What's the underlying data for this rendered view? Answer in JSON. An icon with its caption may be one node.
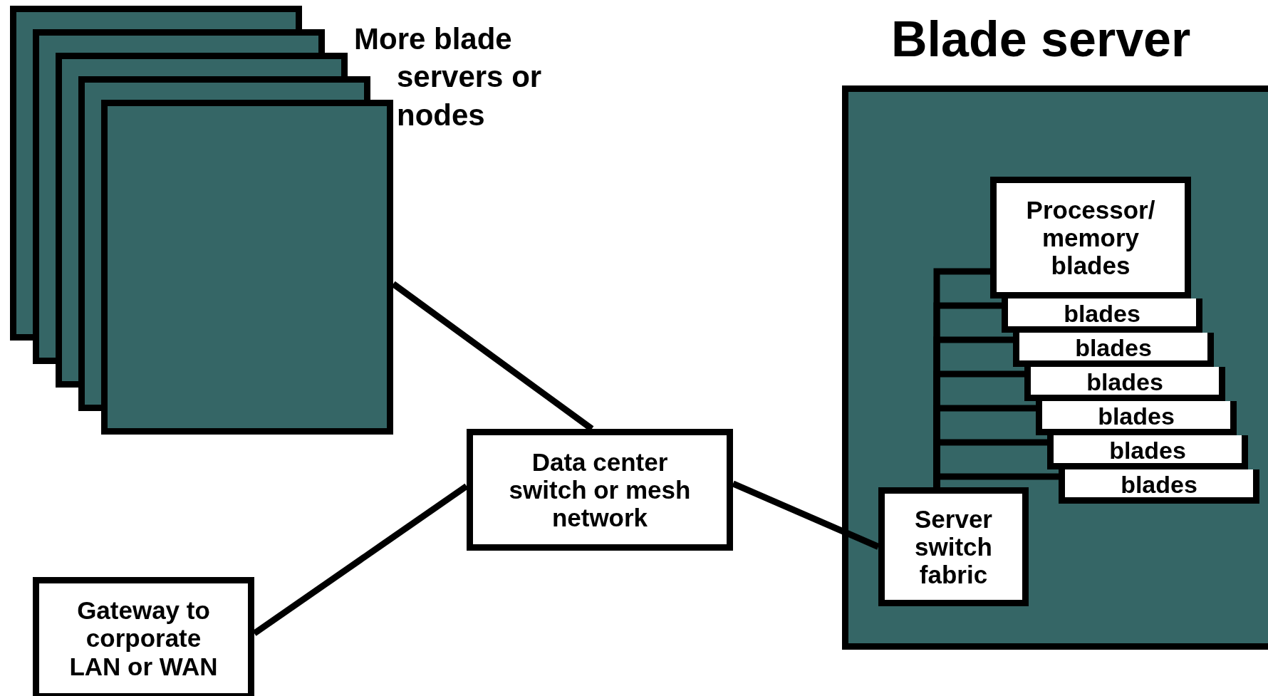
{
  "diagram": {
    "nodes": [
      {
        "text": [],
        "shape": "box"
      },
      {
        "text": [],
        "shape": "box"
      },
      {
        "text": [],
        "shape": "box"
      },
      {
        "text": [],
        "shape": "box"
      },
      {
        "text": [],
        "shape": "box",
        "beside": [
          "More blade servers or nodes"
        ]
      },
      {
        "text": [
          "Blade server"
        ]
      },
      {
        "text": [
          "Processor/ memory blades"
        ],
        "in": 5
      },
      {
        "text": [
          "blades"
        ],
        "in": 5
      },
      {
        "text": [
          "blades"
        ],
        "in": 5
      },
      {
        "text": [
          "blades"
        ],
        "in": 5
      },
      {
        "text": [
          "blades"
        ],
        "in": 5
      },
      {
        "text": [
          "blades"
        ],
        "in": 5
      },
      {
        "text": [
          "blades"
        ],
        "in": 5
      },
      {
        "text": [
          "Server switch fabric"
        ],
        "in": 5
      },
      {
        "text": [
          "Data center switch or mesh network"
        ]
      },
      {
        "text": [
          "Gateway to corporate LAN or WAN"
        ]
      }
    ],
    "edges": [
      {
        "from": 4,
        "to": 14,
        "arrow": "none"
      },
      {
        "from": 15,
        "to": 14,
        "arrow": "none"
      },
      {
        "from": 14,
        "to": 13,
        "arrow": "none"
      },
      {
        "from": 13,
        "to": 6,
        "arrow": "none"
      },
      {
        "from": 13,
        "to": 7,
        "arrow": "none"
      },
      {
        "from": 13,
        "to": 8,
        "arrow": "none"
      },
      {
        "from": 13,
        "to": 9,
        "arrow": "none"
      },
      {
        "from": 13,
        "to": 10,
        "arrow": "none"
      },
      {
        "from": 13,
        "to": 11,
        "arrow": "none"
      },
      {
        "from": 13,
        "to": 12,
        "arrow": "none"
      }
    ]
  }
}
